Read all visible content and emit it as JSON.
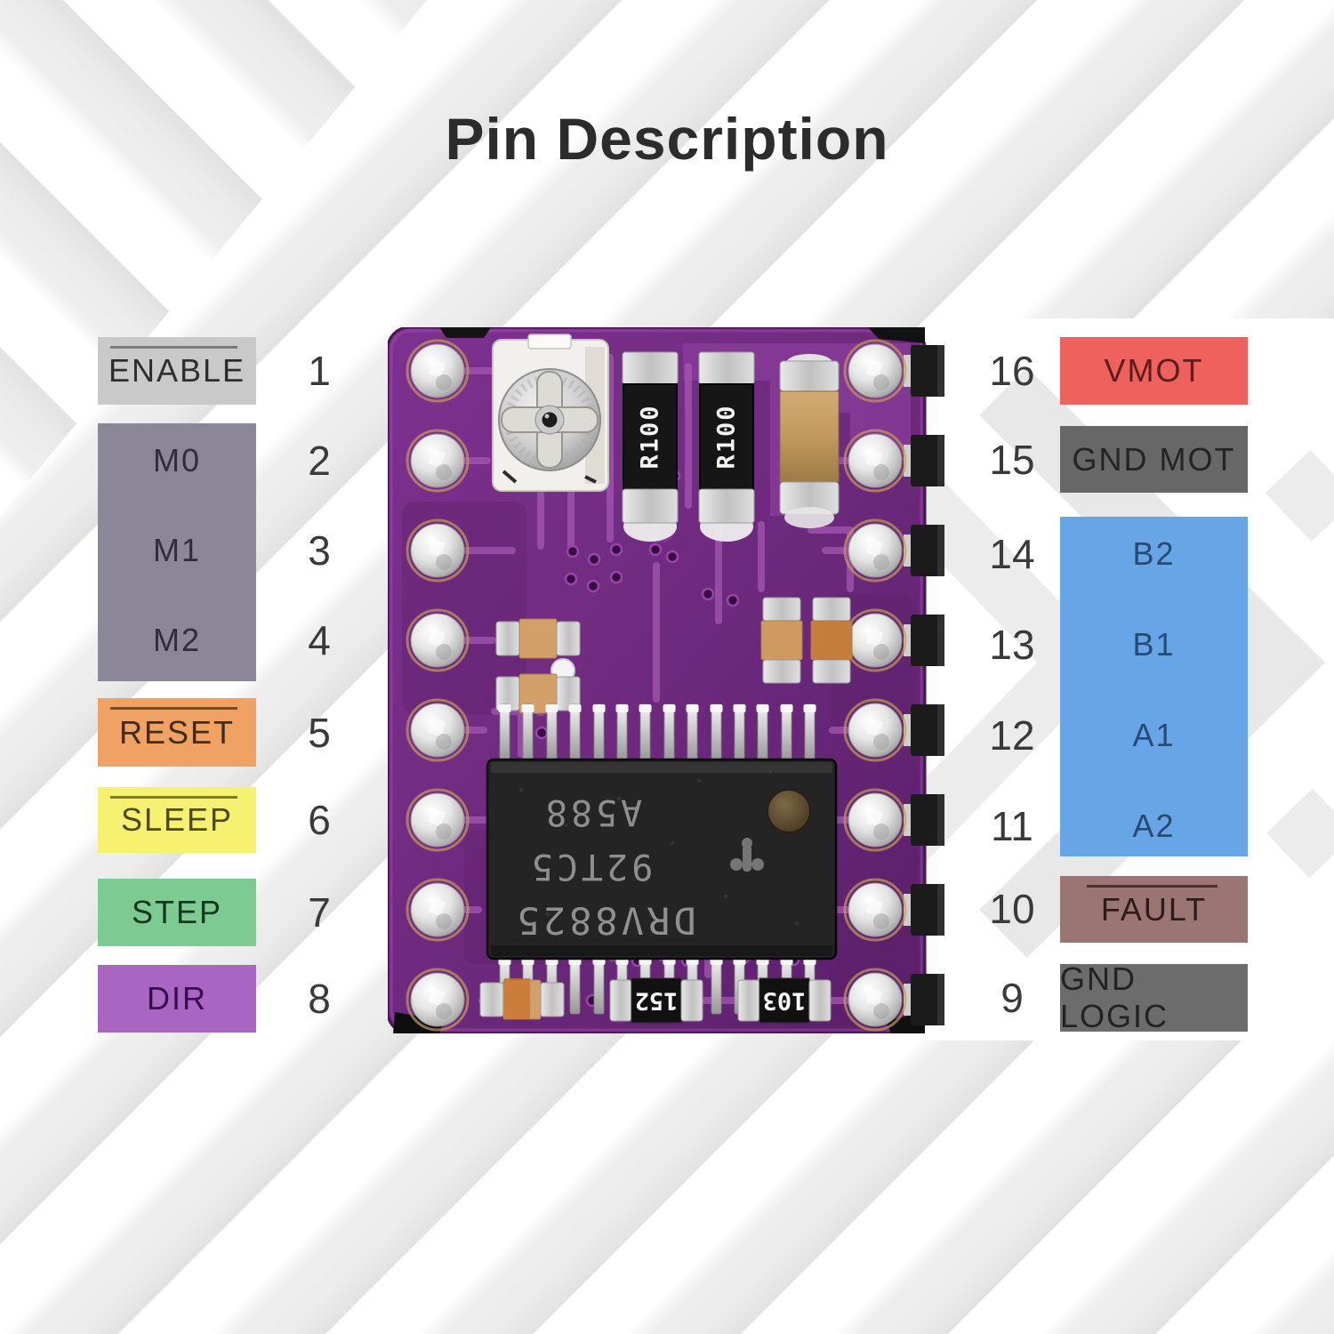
{
  "title": "Pin Description",
  "left_pins": [
    {
      "num": "1",
      "label": "ENABLE",
      "overline": true
    },
    {
      "num": "2",
      "label": "M0",
      "overline": false
    },
    {
      "num": "3",
      "label": "M1",
      "overline": false
    },
    {
      "num": "4",
      "label": "M2",
      "overline": false
    },
    {
      "num": "5",
      "label": "RESET",
      "overline": true
    },
    {
      "num": "6",
      "label": "SLEEP",
      "overline": true
    },
    {
      "num": "7",
      "label": "STEP",
      "overline": false
    },
    {
      "num": "8",
      "label": "DIR",
      "overline": false
    }
  ],
  "right_pins": [
    {
      "num": "16",
      "label": "VMOT"
    },
    {
      "num": "15",
      "label": "GND MOT"
    },
    {
      "num": "14",
      "label": "B2"
    },
    {
      "num": "13",
      "label": "B1"
    },
    {
      "num": "12",
      "label": "A1"
    },
    {
      "num": "11",
      "label": "A2"
    },
    {
      "num": "10",
      "label": "FAULT",
      "overline": true
    },
    {
      "num": "9",
      "label": "GND LOGIC"
    }
  ],
  "board": {
    "ic_marking": [
      "DRV8825",
      "92TC5",
      "A588"
    ],
    "sense_resistor_marking": "R100",
    "smd_resistor_markings": [
      "152",
      "103"
    ]
  },
  "colors": {
    "enable": "#c9c9c9",
    "microstep_group": "#8b8798",
    "reset": "#efa264",
    "sleep": "#f6f170",
    "step": "#7dcb92",
    "dir": "#a965c2",
    "vmot": "#ef615c",
    "gnd_mot": "#676767",
    "motor_outputs": "#68a5e6",
    "fault": "#9b7572",
    "gnd_logic": "#6c6c6c",
    "pcb": "#6b2679"
  }
}
